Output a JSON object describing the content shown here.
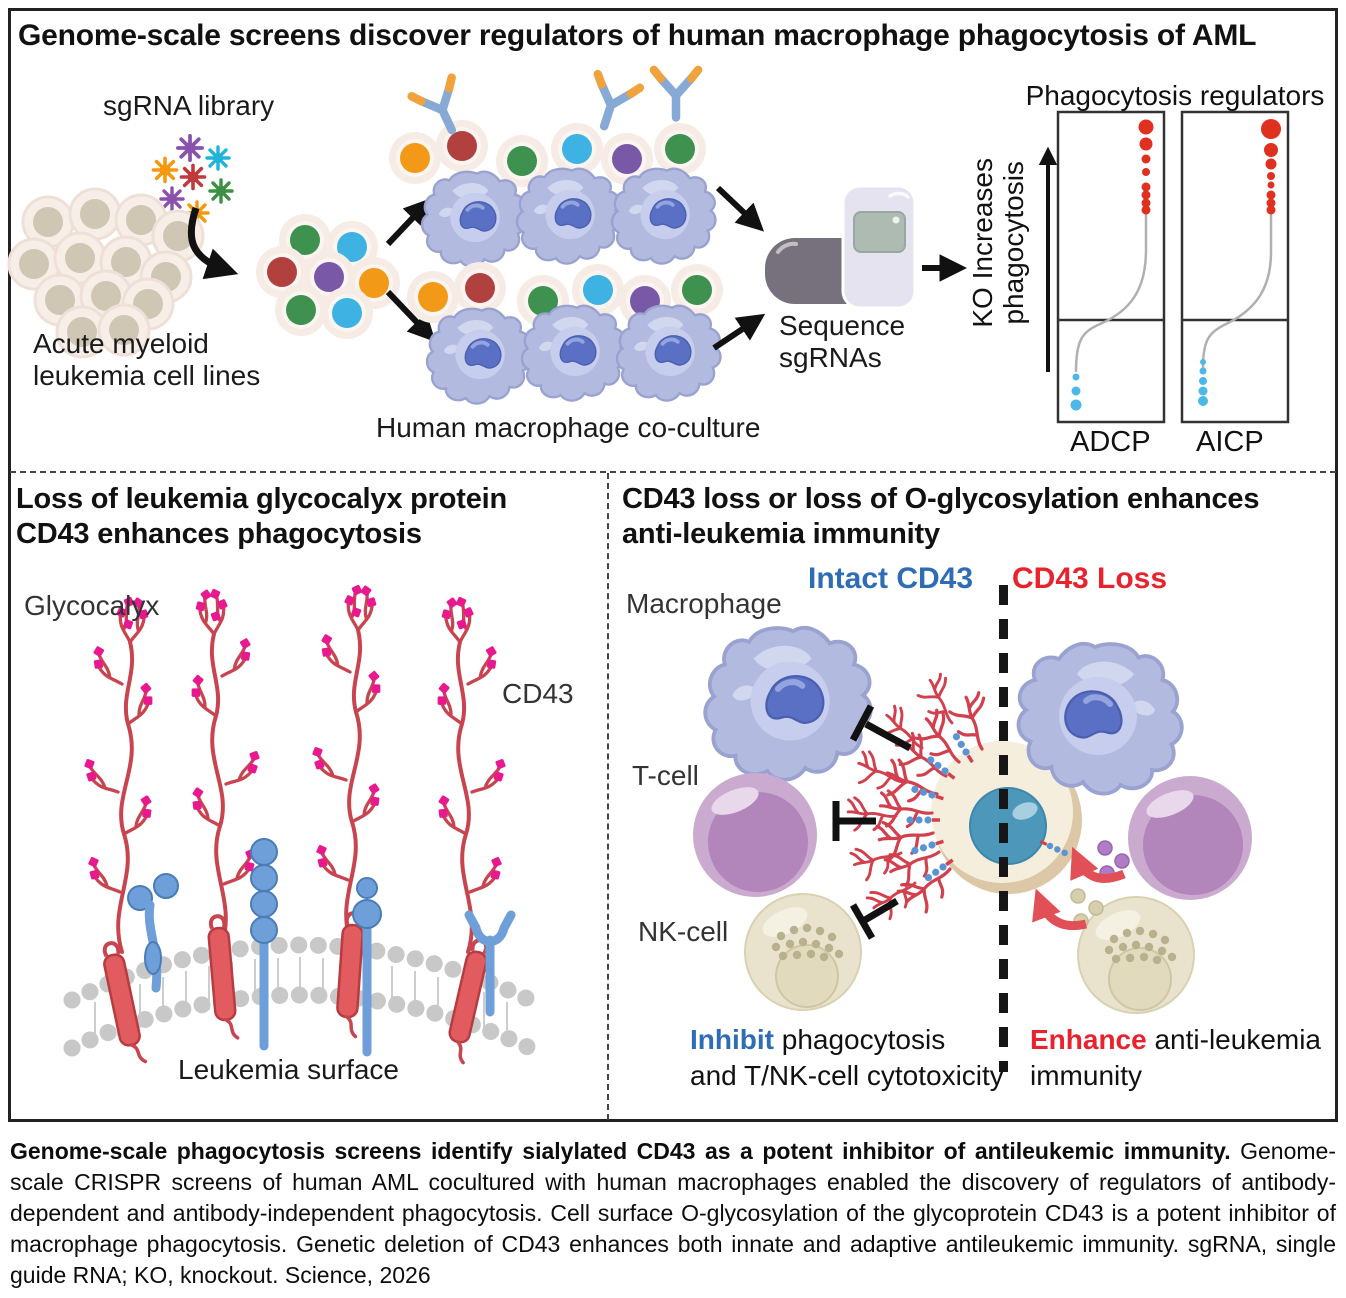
{
  "top_panel": {
    "title": "Genome-scale screens discover regulators of human macrophage phagocytosis of AML",
    "sgrna_library_label": "sgRNA library",
    "aml_label": "Acute myeloid\nleukemia cell lines",
    "coculture_label": "Human macrophage co-culture",
    "sequence_label": "Sequence\nsgRNAs",
    "axis_label": "KO Increases\nphagocytosis",
    "plots_title": "Phagocytosis regulators",
    "plot1_label": "ADCP",
    "plot2_label": "AICP"
  },
  "left_panel": {
    "title": "Loss of leukemia glycocalyx protein\nCD43 enhances phagocytosis",
    "glycocalyx_label": "Glycocalyx",
    "cd43_label": "CD43",
    "surface_label": "Leukemia surface"
  },
  "right_panel": {
    "title": "CD43 loss or loss of O-glycosylation enhances\nanti-leukemia immunity",
    "intact_label": "Intact CD43",
    "loss_label": "CD43 Loss",
    "macrophage_label": "Macrophage",
    "tcell_label": "T-cell",
    "nkcell_label": "NK-cell",
    "inhibit_word": "Inhibit",
    "inhibit_rest": " phagocytosis\nand T/NK-cell cytotoxicity",
    "enhance_word": "Enhance",
    "enhance_rest": " anti-leukemia\nimmunity"
  },
  "caption": {
    "lead": "Genome-scale phagocytosis screens identify sialylated CD43 as a potent inhibitor of antileukemic immunity.",
    "rest": " Genome-scale CRISPR screens of human AML cocultured with human macrophages enabled the discovery of regulators of antibody-dependent and antibody-independent phagocytosis. Cell surface O-glycosylation of the glycoprotein CD43 is a potent inhibitor of macrophage phagocytosis. Genetic deletion of CD43 enhances both innate and adaptive antileukemic immunity. sgRNA, single guide RNA; KO, knockout. Science, 2026"
  },
  "colors": {
    "accent_red": "#e8232e",
    "accent_blue": "#2e6db6",
    "glycan_red": "#c8454f",
    "glycan_magenta": "#e8188e",
    "macrophage_body": "#b3badf",
    "hit_dot_red": "#e0301f",
    "hit_dot_blue": "#4db8e8"
  }
}
